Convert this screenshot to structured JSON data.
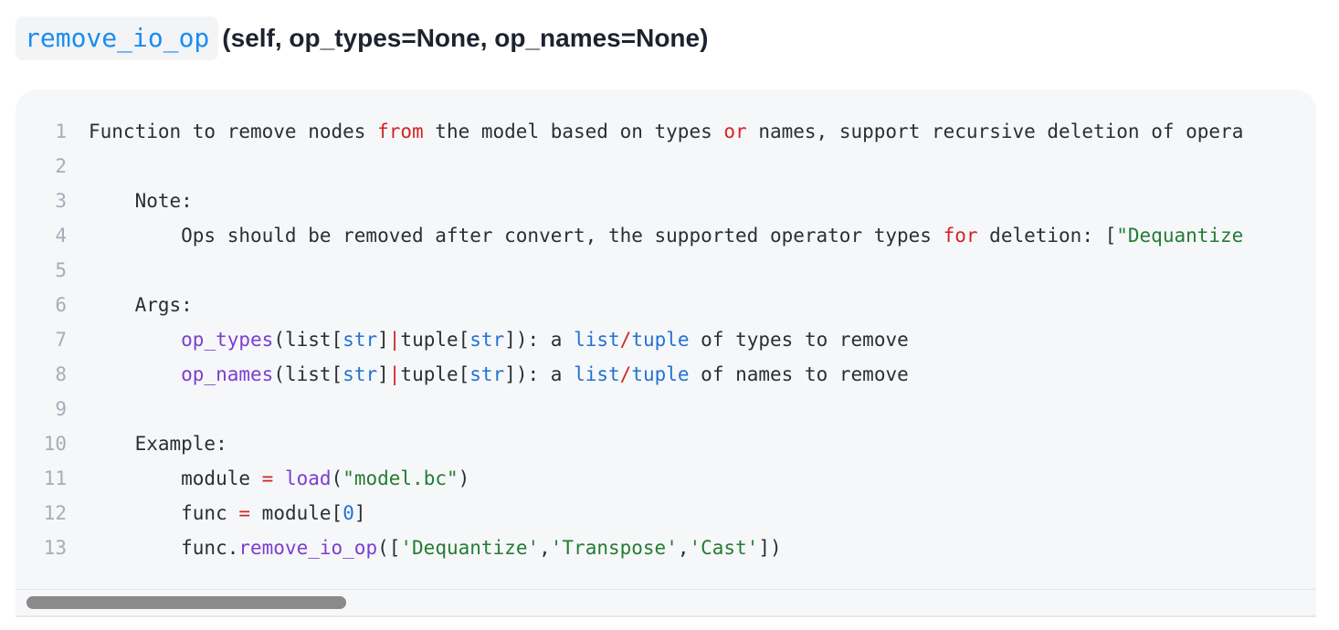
{
  "header": {
    "function_name": "remove_io_op",
    "signature": "(self, op_types=None, op_names=None)"
  },
  "code": {
    "lines": [
      {
        "number": "1",
        "tokens": [
          {
            "t": "Function to remove nodes ",
            "c": "plain"
          },
          {
            "t": "from",
            "c": "kw"
          },
          {
            "t": " the model based on types ",
            "c": "plain"
          },
          {
            "t": "or",
            "c": "kw"
          },
          {
            "t": " names, support recursive deletion of opera",
            "c": "plain"
          }
        ]
      },
      {
        "number": "2",
        "tokens": []
      },
      {
        "number": "3",
        "tokens": [
          {
            "t": "    Note:",
            "c": "plain"
          }
        ]
      },
      {
        "number": "4",
        "tokens": [
          {
            "t": "        Ops should be removed after convert, the supported operator types ",
            "c": "plain"
          },
          {
            "t": "for",
            "c": "kw"
          },
          {
            "t": " deletion: [",
            "c": "plain"
          },
          {
            "t": "\"Dequantize",
            "c": "st"
          }
        ]
      },
      {
        "number": "5",
        "tokens": []
      },
      {
        "number": "6",
        "tokens": [
          {
            "t": "    Args:",
            "c": "plain"
          }
        ]
      },
      {
        "number": "7",
        "tokens": [
          {
            "t": "        ",
            "c": "plain"
          },
          {
            "t": "op_types",
            "c": "fn"
          },
          {
            "t": "(list[",
            "c": "plain"
          },
          {
            "t": "str",
            "c": "bi"
          },
          {
            "t": "]",
            "c": "plain"
          },
          {
            "t": "|",
            "c": "kw"
          },
          {
            "t": "tuple[",
            "c": "plain"
          },
          {
            "t": "str",
            "c": "bi"
          },
          {
            "t": "]): a ",
            "c": "plain"
          },
          {
            "t": "list",
            "c": "bi"
          },
          {
            "t": "/",
            "c": "kw"
          },
          {
            "t": "tuple",
            "c": "bi"
          },
          {
            "t": " of types to remove",
            "c": "plain"
          }
        ]
      },
      {
        "number": "8",
        "tokens": [
          {
            "t": "        ",
            "c": "plain"
          },
          {
            "t": "op_names",
            "c": "fn"
          },
          {
            "t": "(list[",
            "c": "plain"
          },
          {
            "t": "str",
            "c": "bi"
          },
          {
            "t": "]",
            "c": "plain"
          },
          {
            "t": "|",
            "c": "kw"
          },
          {
            "t": "tuple[",
            "c": "plain"
          },
          {
            "t": "str",
            "c": "bi"
          },
          {
            "t": "]): a ",
            "c": "plain"
          },
          {
            "t": "list",
            "c": "bi"
          },
          {
            "t": "/",
            "c": "kw"
          },
          {
            "t": "tuple",
            "c": "bi"
          },
          {
            "t": " of names to remove",
            "c": "plain"
          }
        ]
      },
      {
        "number": "9",
        "tokens": []
      },
      {
        "number": "10",
        "tokens": [
          {
            "t": "    Example:",
            "c": "plain"
          }
        ]
      },
      {
        "number": "11",
        "tokens": [
          {
            "t": "        module ",
            "c": "plain"
          },
          {
            "t": "=",
            "c": "kw"
          },
          {
            "t": " ",
            "c": "plain"
          },
          {
            "t": "load",
            "c": "fn"
          },
          {
            "t": "(",
            "c": "plain"
          },
          {
            "t": "\"model.bc\"",
            "c": "st"
          },
          {
            "t": ")",
            "c": "plain"
          }
        ]
      },
      {
        "number": "12",
        "tokens": [
          {
            "t": "        func ",
            "c": "plain"
          },
          {
            "t": "=",
            "c": "kw"
          },
          {
            "t": " module[",
            "c": "plain"
          },
          {
            "t": "0",
            "c": "nm"
          },
          {
            "t": "]",
            "c": "plain"
          }
        ]
      },
      {
        "number": "13",
        "tokens": [
          {
            "t": "        func.",
            "c": "plain"
          },
          {
            "t": "remove_io_op",
            "c": "fn"
          },
          {
            "t": "([",
            "c": "plain"
          },
          {
            "t": "'Dequantize'",
            "c": "st"
          },
          {
            "t": ",",
            "c": "plain"
          },
          {
            "t": "'Transpose'",
            "c": "st"
          },
          {
            "t": ",",
            "c": "plain"
          },
          {
            "t": "'Cast'",
            "c": "st"
          },
          {
            "t": "])",
            "c": "plain"
          }
        ]
      }
    ]
  },
  "colors": {
    "function_name": "#1a8cf0",
    "keyword": "#d32424",
    "function": "#7a3fd1",
    "builtin": "#2272d6",
    "string": "#237c33",
    "line_number": "#a6adb6",
    "code_background": "#f6f7f9"
  }
}
